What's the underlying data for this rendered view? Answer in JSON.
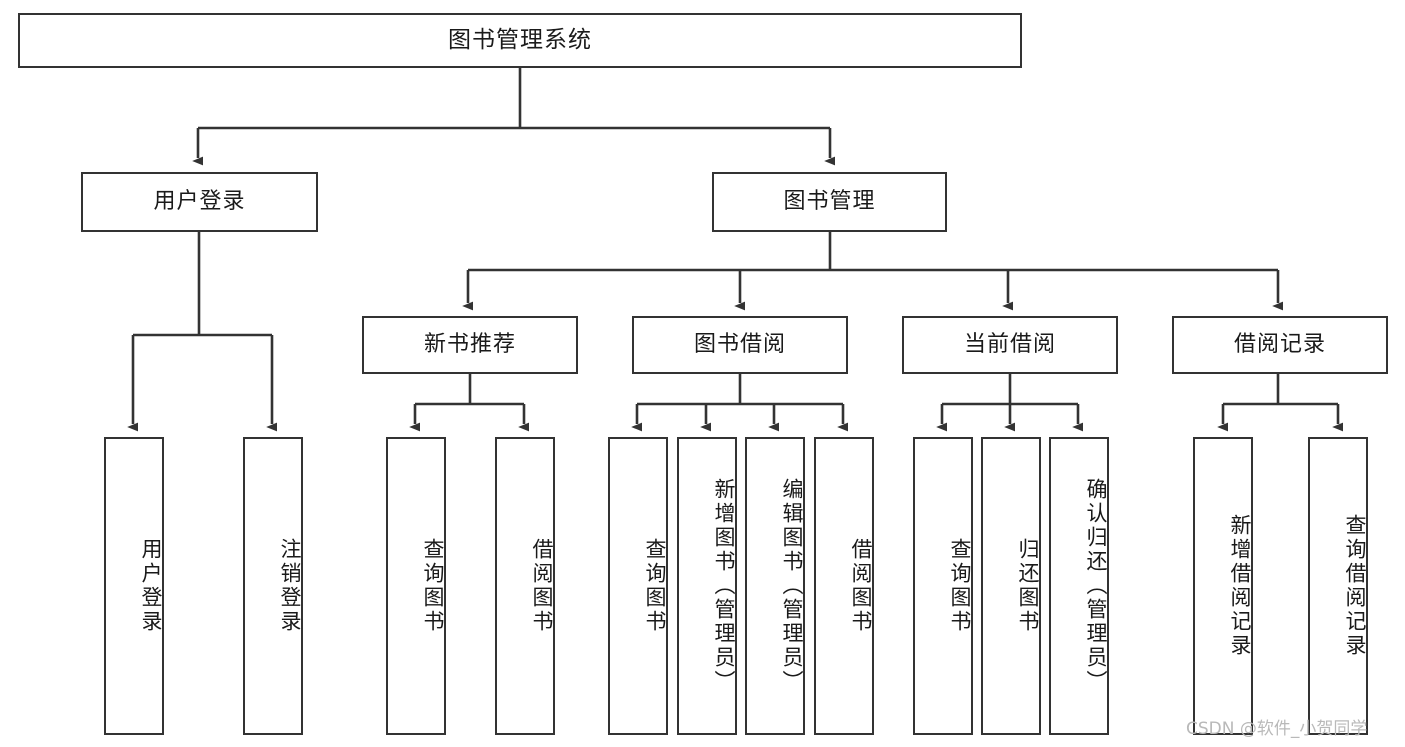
{
  "diagram": {
    "title": "图书管理系统",
    "watermark": "CSDN @软件_小贺同学",
    "colors": {
      "background": "#ffffff",
      "node_fill": "#ffffff",
      "node_border": "#333333",
      "edge": "#333333",
      "watermark": "#b9b9b9"
    },
    "root": {
      "id": "root",
      "label": "图书管理系统"
    },
    "level2": [
      {
        "id": "user-login",
        "label": "用户登录"
      },
      {
        "id": "book-manage",
        "label": "图书管理"
      }
    ],
    "level3": [
      {
        "id": "new-book-recommend",
        "label": "新书推荐"
      },
      {
        "id": "book-borrow",
        "label": "图书借阅"
      },
      {
        "id": "current-borrow",
        "label": "当前借阅"
      },
      {
        "id": "borrow-record",
        "label": "借阅记录"
      }
    ],
    "leaves": {
      "user_login": [
        {
          "id": "leaf-user-login",
          "label": "用户登录"
        },
        {
          "id": "leaf-logout",
          "label": "注销登录"
        }
      ],
      "new_book_recommend": [
        {
          "id": "leaf-query-book-1",
          "label": "查询图书"
        },
        {
          "id": "leaf-borrow-book-1",
          "label": "借阅图书"
        }
      ],
      "book_borrow": [
        {
          "id": "leaf-query-book-2",
          "label": "查询图书"
        },
        {
          "id": "leaf-add-book",
          "label": "新增图书（管理员）"
        },
        {
          "id": "leaf-edit-book",
          "label": "编辑图书（管理员）"
        },
        {
          "id": "leaf-borrow-book-2",
          "label": "借阅图书"
        }
      ],
      "current_borrow": [
        {
          "id": "leaf-query-book-3",
          "label": "查询图书"
        },
        {
          "id": "leaf-return-book",
          "label": "归还图书"
        },
        {
          "id": "leaf-confirm-return",
          "label": "确认归还（管理员）"
        }
      ],
      "borrow_record": [
        {
          "id": "leaf-add-record",
          "label": "新增借阅记录"
        },
        {
          "id": "leaf-query-record",
          "label": "查询借阅记录"
        }
      ]
    }
  }
}
